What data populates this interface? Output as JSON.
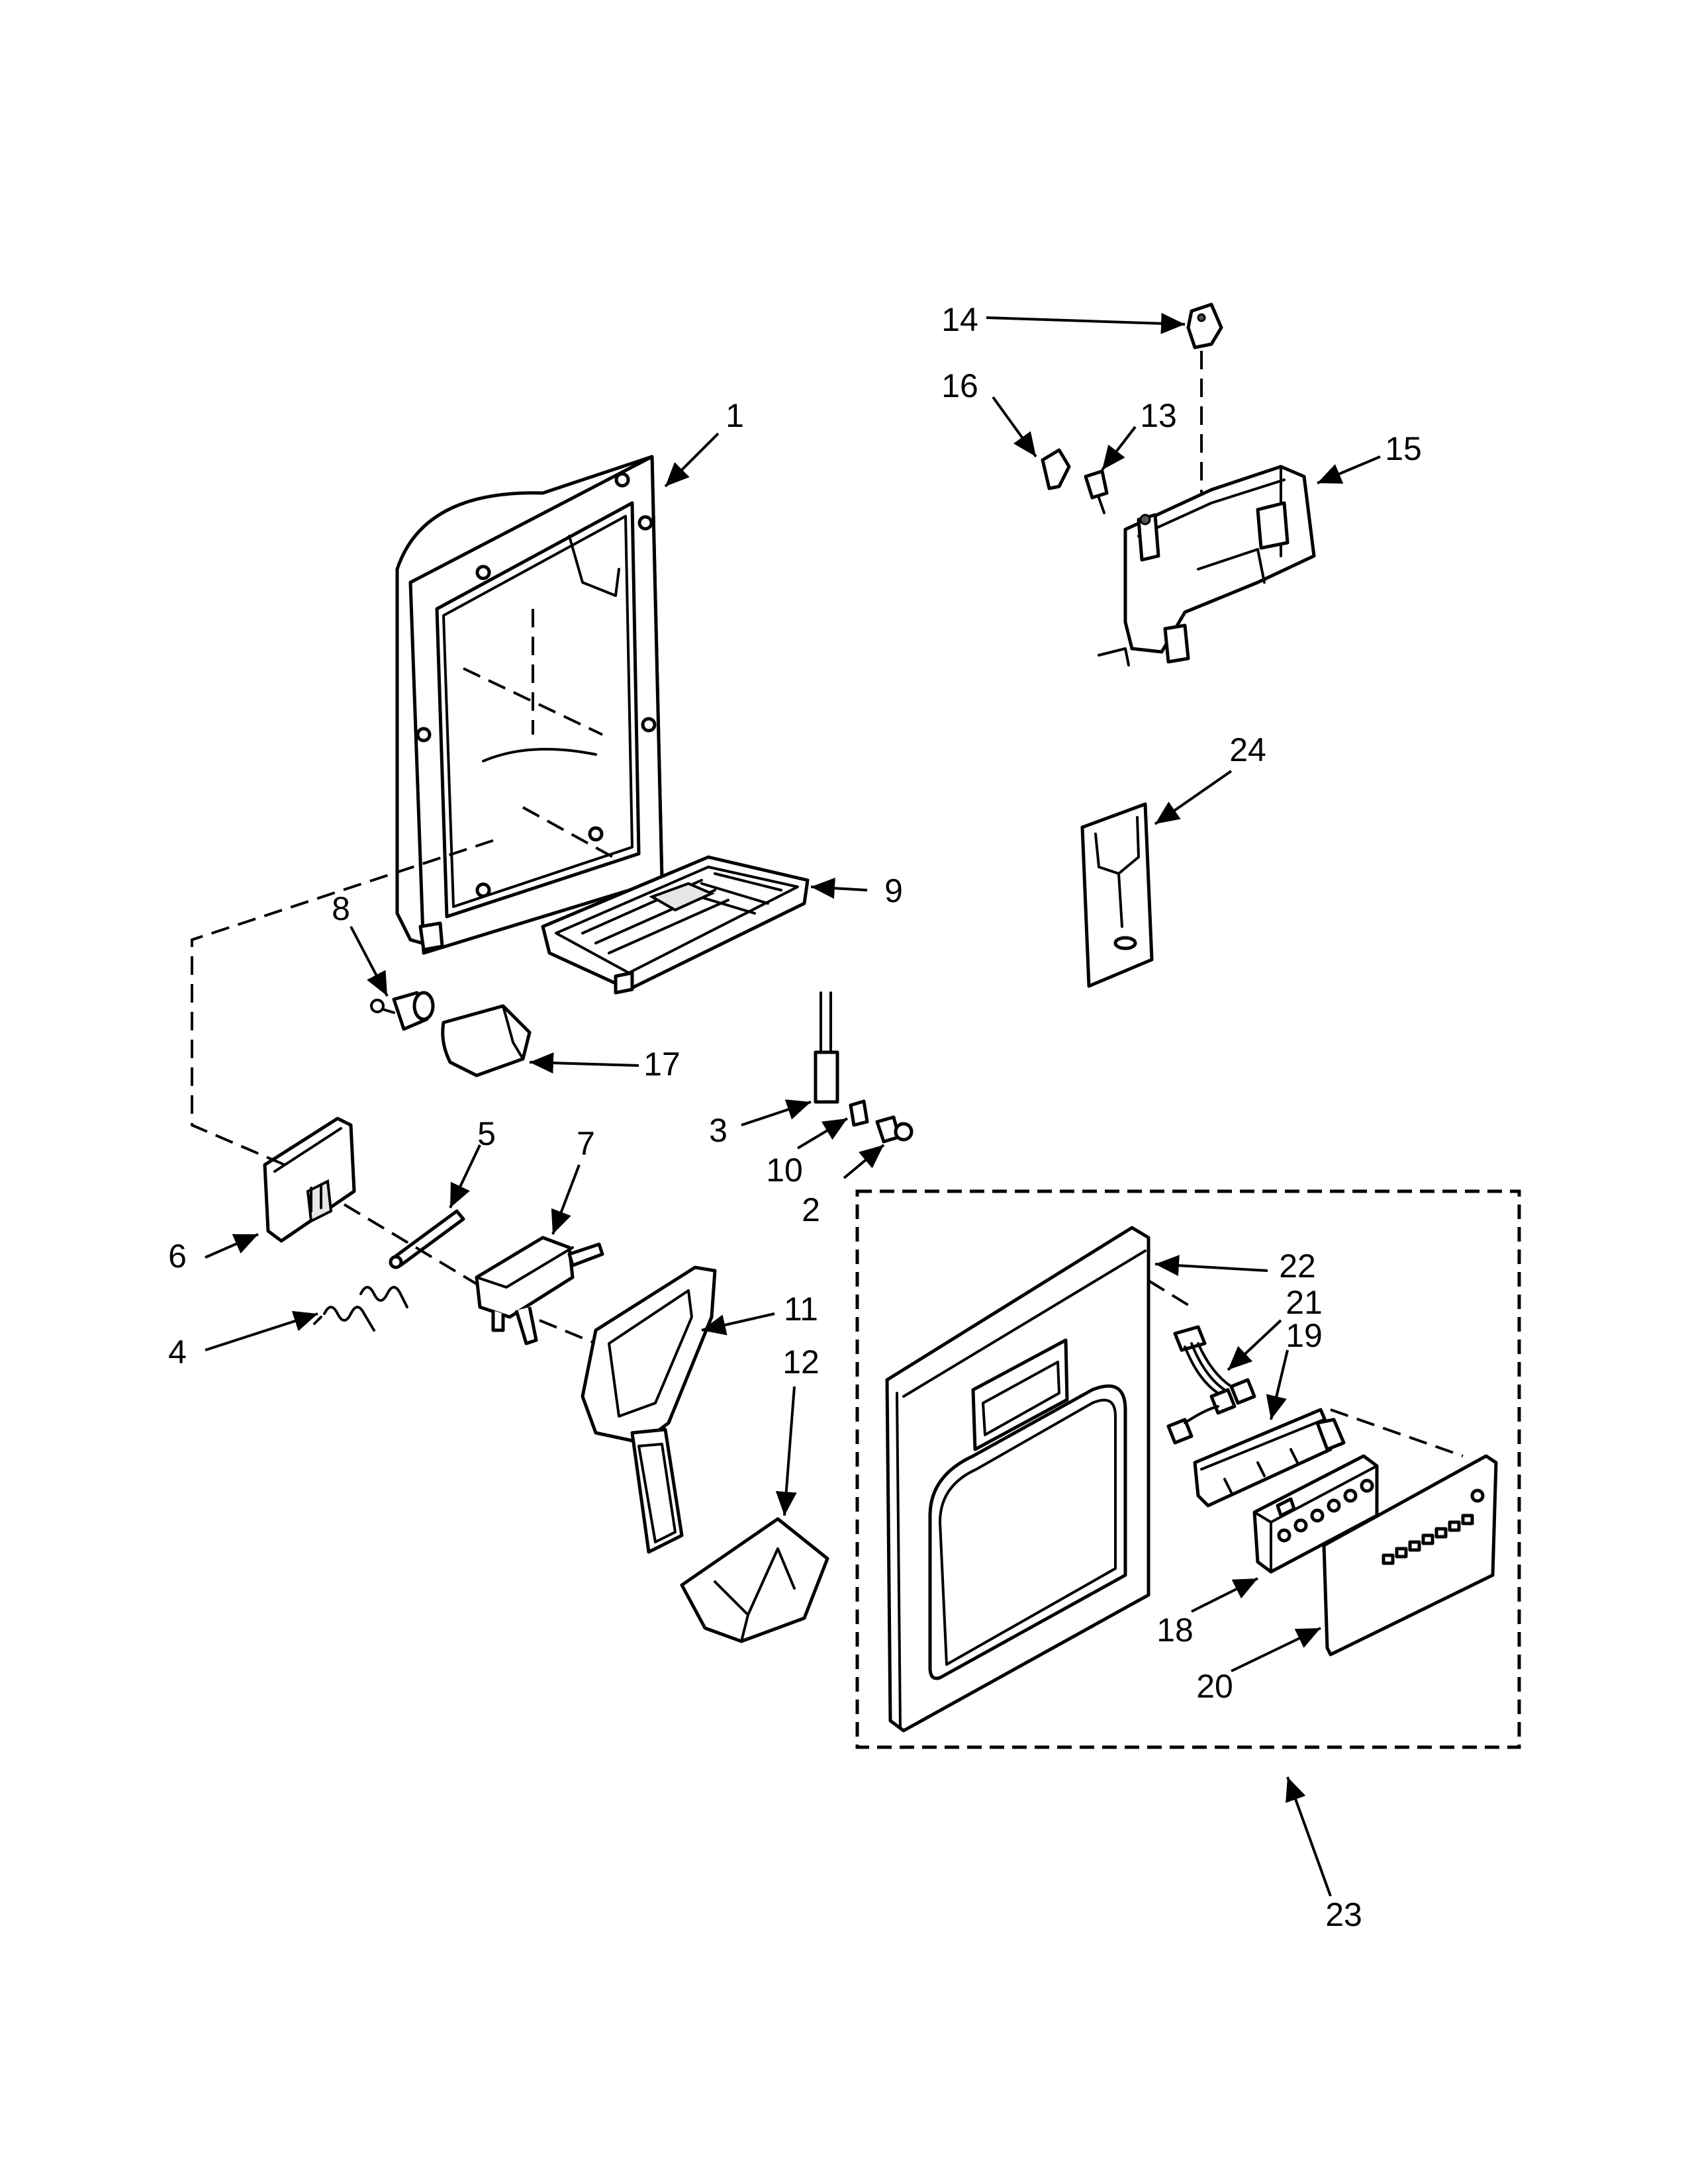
{
  "callouts": [
    "1",
    "2",
    "3",
    "4",
    "5",
    "6",
    "7",
    "8",
    "9",
    "10",
    "11",
    "12",
    "13",
    "14",
    "15",
    "16",
    "17",
    "18",
    "19",
    "20",
    "21",
    "22",
    "23",
    "24"
  ]
}
